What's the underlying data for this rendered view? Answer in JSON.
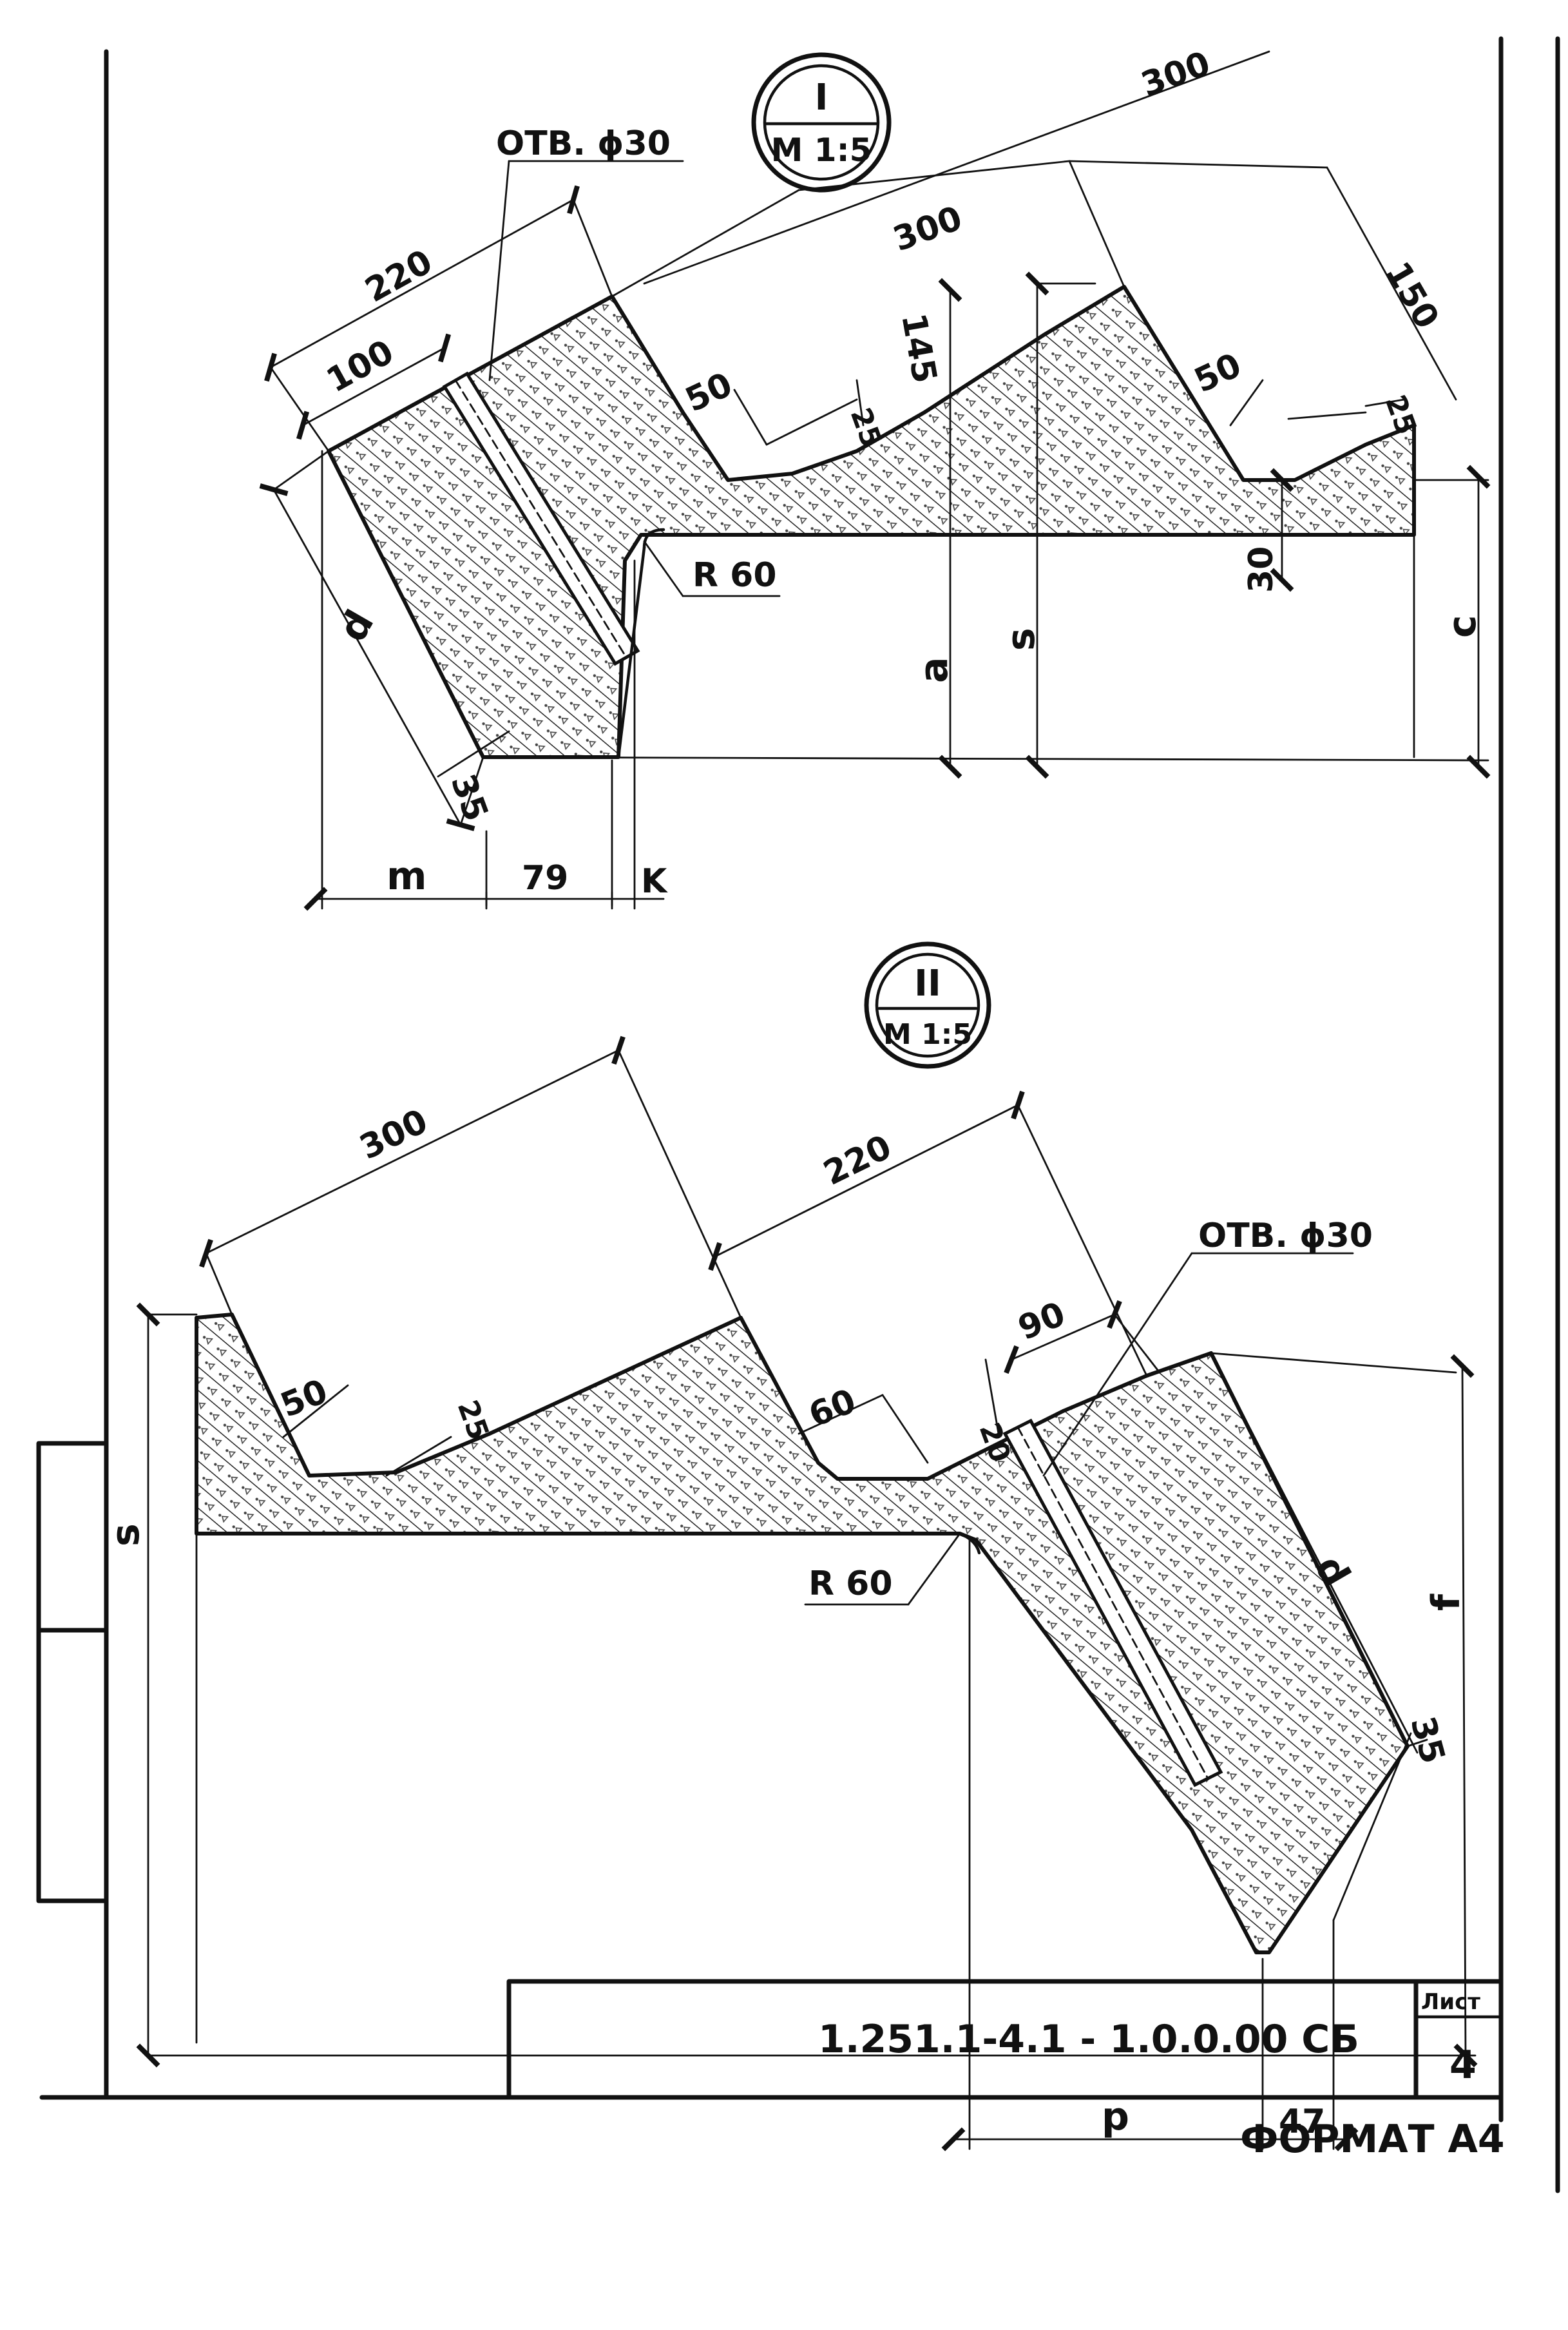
{
  "view1": {
    "badge_numeral": "I",
    "badge_scale": "М 1:5",
    "hole_label": "ОТВ. ϕ30",
    "dims": {
      "d220": "220",
      "d100": "100",
      "d300a": "300",
      "d300b": "300",
      "d150": "150",
      "d145": "145",
      "d50a": "50",
      "d25a": "25",
      "d50b": "50",
      "d25b": "25",
      "d30": "30",
      "d35": "35",
      "d79": "79",
      "radius": "R 60"
    },
    "letters": {
      "d": "d",
      "a": "a",
      "s": "s",
      "c": "c",
      "m": "m",
      "k": "K"
    }
  },
  "view2": {
    "badge_numeral": "II",
    "badge_scale": "М 1:5",
    "hole_label": "ОТВ. ϕ30",
    "dims": {
      "d300": "300",
      "d220": "220",
      "d90": "90",
      "d50": "50",
      "d25": "25",
      "d60": "60",
      "d20": "20",
      "d35": "35",
      "d47": "47",
      "radius": "R 60"
    },
    "letters": {
      "s": "s",
      "d": "d",
      "f": "f",
      "p": "p"
    }
  },
  "title_block": {
    "doc_code": "1.251.1-4.1 - 1.0.0.00 СБ",
    "sheet_label": "Лист",
    "sheet_number": "4",
    "format": "ФОРМАТ А4"
  }
}
